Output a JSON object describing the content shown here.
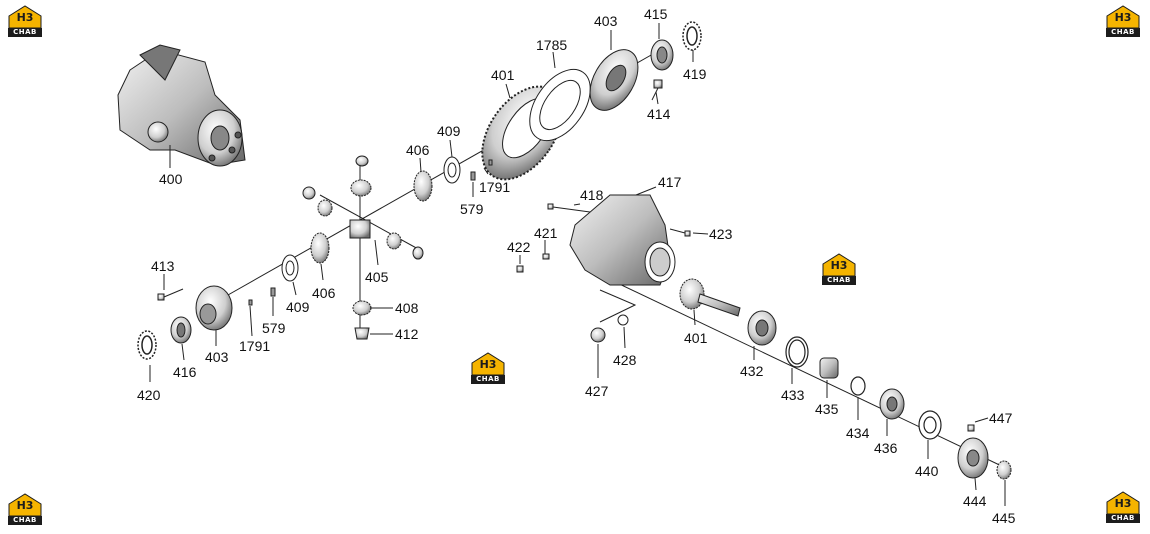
{
  "logo": {
    "mark": "H3",
    "text": "CHAB",
    "color": "#f5b400"
  },
  "callouts": {
    "c400": "400",
    "c401a": "401",
    "c403a": "403",
    "c415": "415",
    "c419": "419",
    "c414": "414",
    "c1785": "1785",
    "c409a": "409",
    "c406a": "406",
    "c1791a": "1791",
    "c579a": "579",
    "c418": "418",
    "c417": "417",
    "c423": "423",
    "c421": "421",
    "c422": "422",
    "c413": "413",
    "c405": "405",
    "c409b": "409",
    "c406b": "406",
    "c579b": "579",
    "c408": "408",
    "c412": "412",
    "c1791b": "1791",
    "c403b": "403",
    "c416": "416",
    "c420": "420",
    "c401b": "401",
    "c427": "427",
    "c428": "428",
    "c432": "432",
    "c433": "433",
    "c435": "435",
    "c434": "434",
    "c436": "436",
    "c440": "440",
    "c447": "447",
    "c444": "444",
    "c445": "445"
  }
}
